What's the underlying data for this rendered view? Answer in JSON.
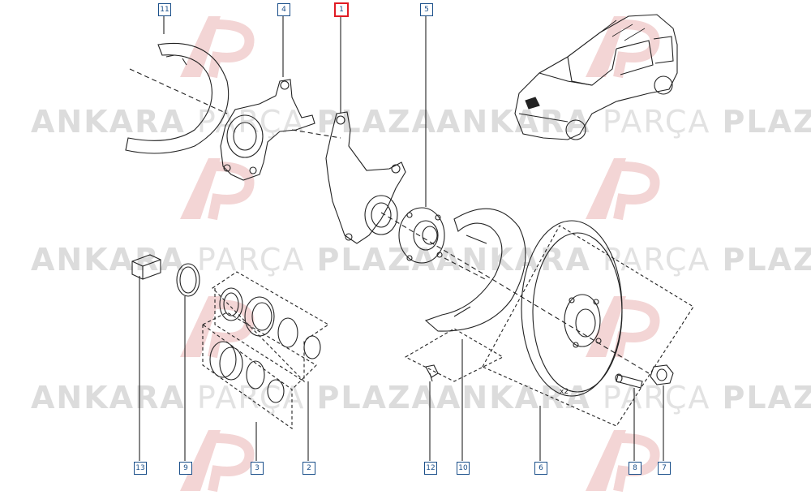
{
  "watermark": {
    "brand_bold1": "ANKARA",
    "brand_thin": "PARÇA",
    "brand_bold2": "PLAZA"
  },
  "callouts": {
    "c1": "1",
    "c2": "2",
    "c3": "3",
    "c4": "4",
    "c5": "5",
    "c6": "6",
    "c7": "7",
    "c8": "8",
    "c9": "9",
    "c10": "10",
    "c11": "11",
    "c12": "12",
    "c13": "13"
  },
  "quantity_label": "x2",
  "colors": {
    "callout_border": "#1a4f8a",
    "highlight": "#e01b24",
    "line": "#222222",
    "watermark": "#dcdcdc"
  }
}
